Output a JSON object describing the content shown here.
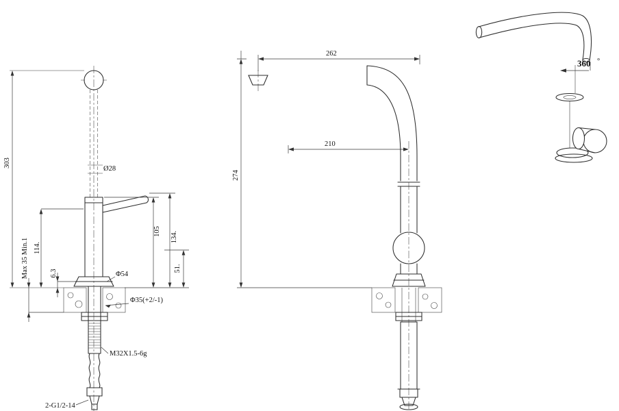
{
  "front": {
    "overall_height": "303",
    "spout_dia": "Ø28",
    "height_114": "114.",
    "deck_range": "Max 35 Min.1",
    "gap_6_3": "6.3",
    "body_height": "105",
    "handle_height": "134.",
    "handle_len": "51.",
    "base_dia": "Φ54",
    "hole_dia": "Φ35(+2/-1)",
    "shank_thread": "M32X1.5-6g",
    "inlet_thread": "2-G1/2-14"
  },
  "side": {
    "reach_262": "262",
    "reach_210": "210",
    "height_274": "274"
  },
  "iso": {
    "swivel": "360",
    "degree": "°"
  }
}
